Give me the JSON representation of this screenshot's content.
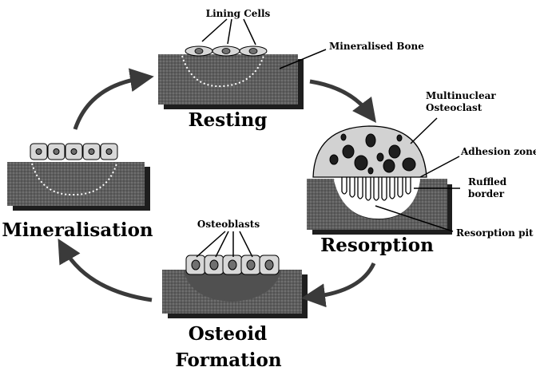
{
  "stages": {
    "resting": "Resting",
    "resorption": "Resorption",
    "osteoid_line1": "Osteoid",
    "osteoid_line2": "Formation",
    "mineralisation": "Mineralisation"
  },
  "labels": {
    "lining_cells": "Lining Cells",
    "mineralised_bone": "Mineralised Bone",
    "osteoclast_line1": "Multinuclear",
    "osteoclast_line2": "Osteoclast",
    "adhesion_zone": "Adhesion zone",
    "ruffled_line1": "Ruffled",
    "ruffled_line2": "border",
    "resorption_pit": "Resorption pit",
    "osteoblasts": "Osteoblasts"
  },
  "colors": {
    "bone": "#5e5e5e",
    "bone_shadow": "#1e1e1e",
    "cell_fill": "#d8d8d8",
    "nucleus": "#707070",
    "osteoclast": "#d2d2d2",
    "arrow": "#3a3a3a"
  }
}
